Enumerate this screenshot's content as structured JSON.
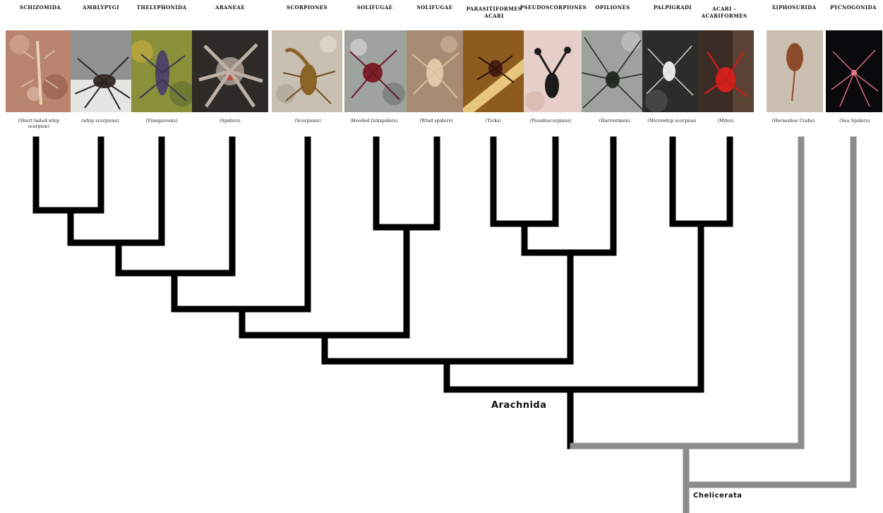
{
  "taxa": [
    {
      "name": "Schizomida",
      "common": "(Short-tailed whip scorpion)"
    },
    {
      "name": "Amblypygi",
      "common": "(whip scorpions)"
    },
    {
      "name": "Thelyphonida",
      "common": "(Vinegaroons)"
    },
    {
      "name": "Araneae",
      "common": "(Spiders)"
    },
    {
      "name": "Scorpiones",
      "common": "(Scorpions)"
    },
    {
      "name": "Solifugae",
      "common": "(Hooded tickspiders)"
    },
    {
      "name": "Solifugae",
      "common": "(Wind spiders)"
    },
    {
      "name": "Parasitiformes Acari",
      "common": "(Ticks)"
    },
    {
      "name": "Pseudoscorpiones",
      "common": "(Pseudoscorpions)"
    },
    {
      "name": "Opiliones",
      "common": "(Harvestmen)"
    },
    {
      "name": "Palpigradi",
      "common": "(Microwhip scorpion)"
    },
    {
      "name": "Acari - acariformes",
      "common": "(Mites)"
    },
    {
      "name": "Xiphosurida",
      "common": "(Horseshoe Crabs)"
    },
    {
      "name": "Pycnogonida",
      "common": "(Sea Spiders)"
    }
  ],
  "nodes": {
    "arachnida": "Arachnida",
    "chelicerata": "Chelicerata"
  },
  "colors": {
    "arachnid_branch": "#000000",
    "outgroup_branch": "#8c8c8c"
  }
}
